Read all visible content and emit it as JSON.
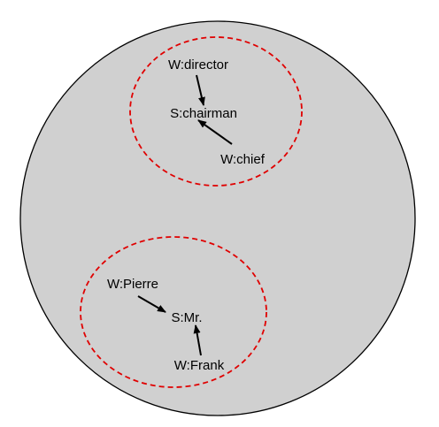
{
  "colors": {
    "outer_fill": "#d0d0d0",
    "outer_stroke": "#000000",
    "cluster_stroke": "#e00000",
    "edge": "#000000",
    "text": "#000000"
  },
  "clusters": [
    {
      "id": "top",
      "nodes": {
        "director": "W:director",
        "chairman": "S:chairman",
        "chief": "W:chief"
      }
    },
    {
      "id": "bottom",
      "nodes": {
        "pierre": "W:Pierre",
        "mr": "S:Mr.",
        "frank": "W:Frank"
      }
    }
  ]
}
